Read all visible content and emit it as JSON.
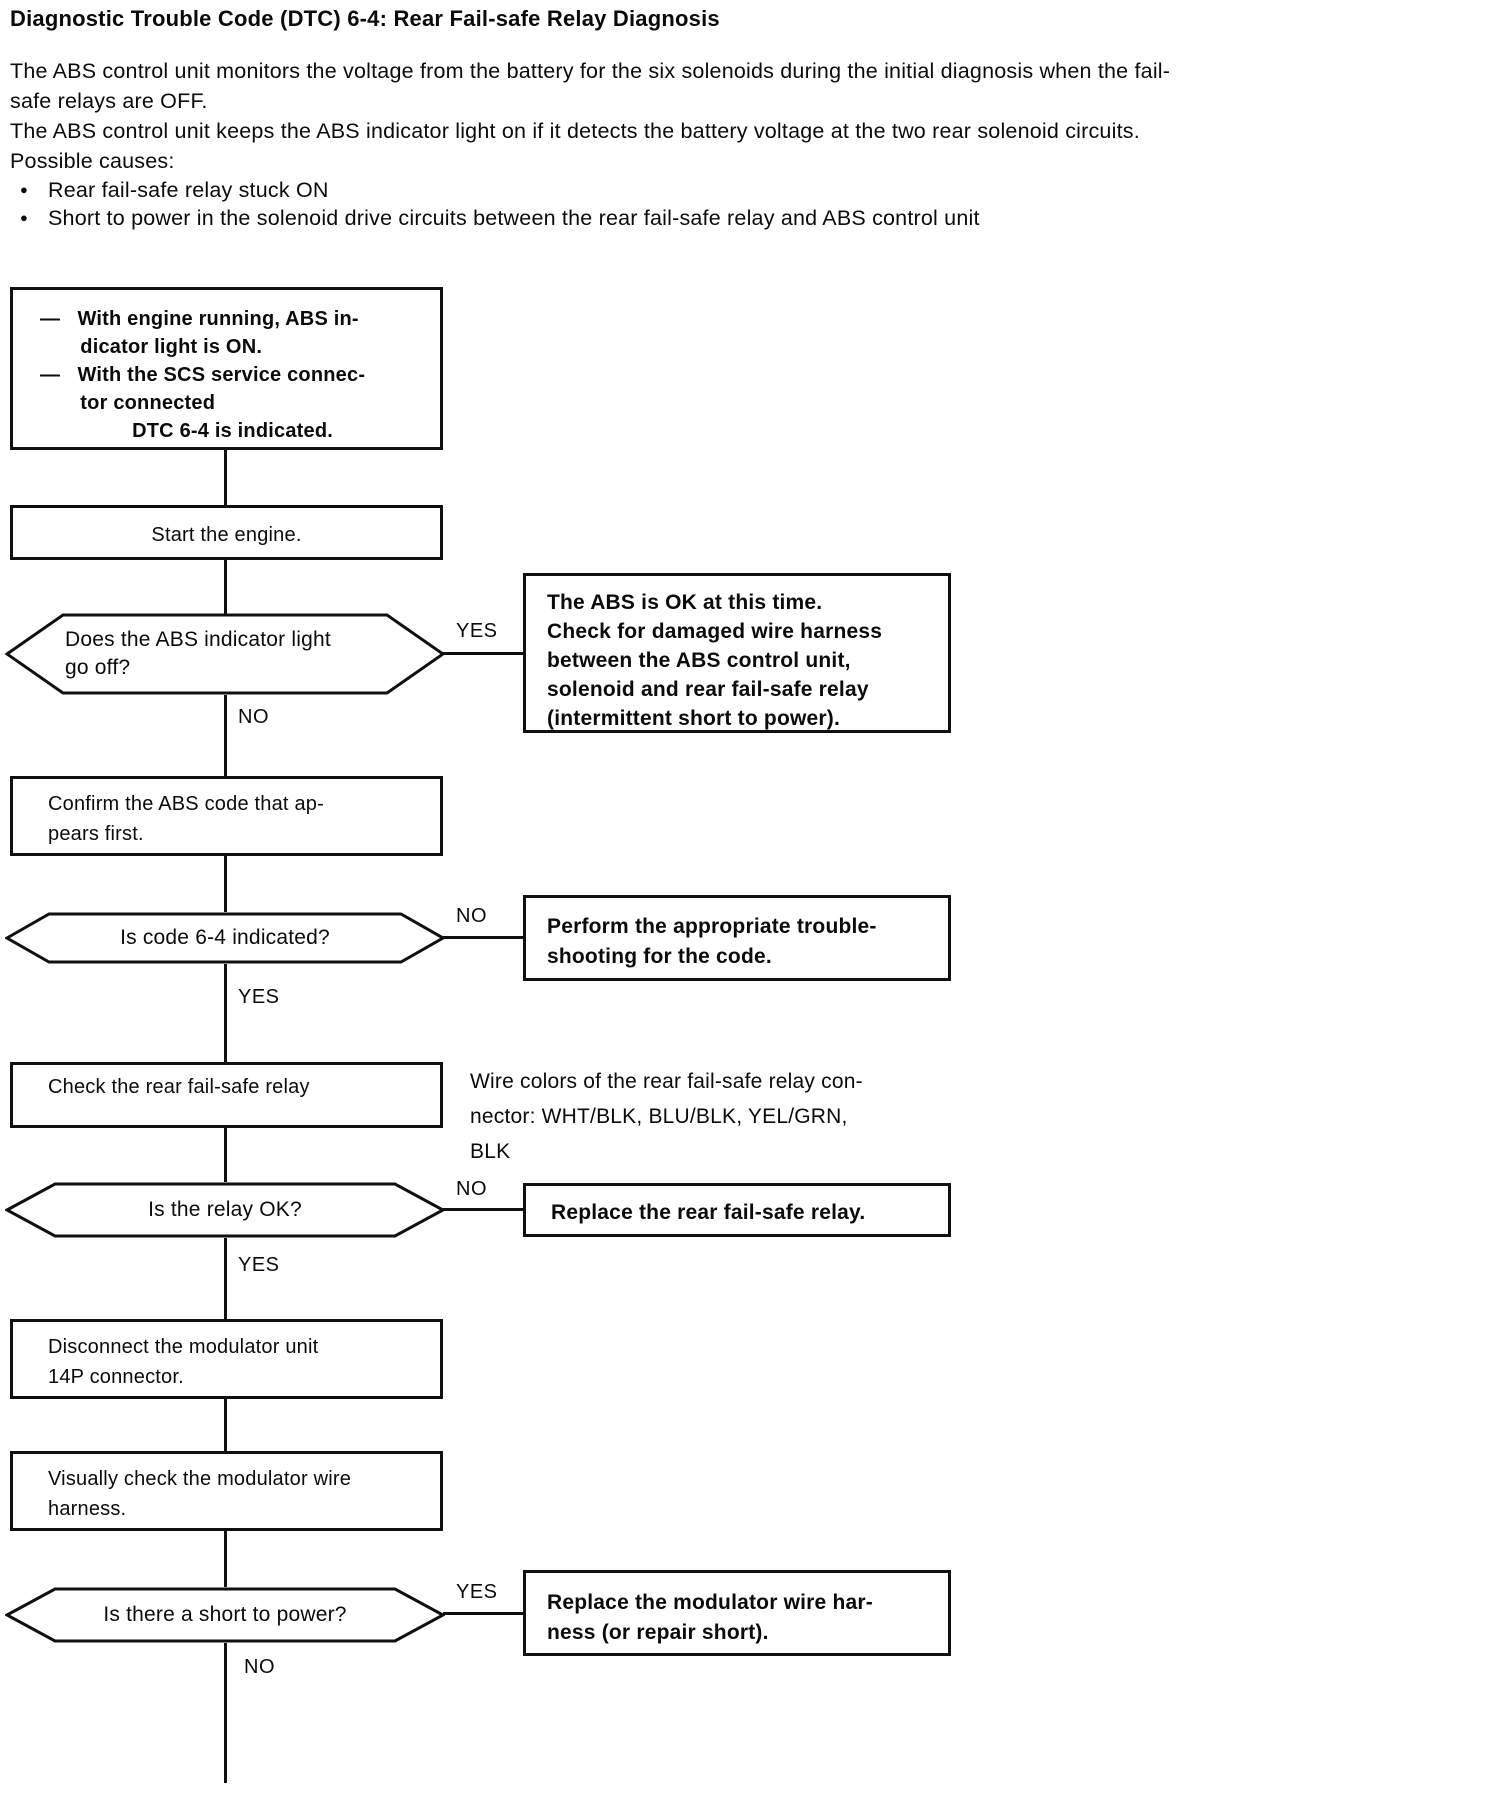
{
  "page": {
    "title": "Diagnostic Trouble Code (DTC) 6-4: Rear Fail-safe Relay Diagnosis",
    "intro": "The ABS control unit monitors the voltage from the battery for the six solenoids during the initial diagnosis when the fail-\nsafe relays are OFF.\nThe ABS control unit keeps the ABS indicator light on if it detects the battery voltage at the two rear solenoid circuits.\nPossible causes:",
    "bullet_glyph": "●",
    "bullets": [
      "Rear fail-safe relay stuck ON",
      "Short to power in the solenoid drive circuits between the rear fail-safe relay and ABS control unit"
    ]
  },
  "labels": {
    "yes": "YES",
    "no": "NO"
  },
  "flow": {
    "start_conditions": "—   With engine running, ABS in-\n       dicator light is ON.\n—   With the SCS service connec-\n       tor connected\n                DTC 6-4 is indicated.",
    "step_start_engine": "Start the engine.",
    "q_light_off": "Does the ABS indicator light\ngo off?",
    "result_abs_ok": "The ABS is OK at this time.\nCheck for damaged wire harness\nbetween the ABS control unit,\nsolenoid and rear fail-safe relay\n(intermittent short to power).",
    "step_confirm_code": "Confirm the ABS code that ap-\npears first.",
    "q_code_64": "Is code 6-4 indicated?",
    "result_other_code": "Perform the appropriate trouble-\nshooting for the code.",
    "step_check_relay": "Check the rear fail-safe relay",
    "note_wire_colors": "Wire colors of the rear fail-safe relay con-\nnector: WHT/BLK, BLU/BLK, YEL/GRN,\nBLK",
    "q_relay_ok": "Is the relay OK?",
    "result_replace_relay": "Replace the rear fail-safe relay.",
    "step_disconnect_modulator": "Disconnect the modulator unit\n14P connector.",
    "step_visual_check": "Visually check the modulator wire\nharness.",
    "q_short_to_power": "Is there a short to power?",
    "result_replace_harness": "Replace the modulator wire har-\nness (or repair short)."
  }
}
